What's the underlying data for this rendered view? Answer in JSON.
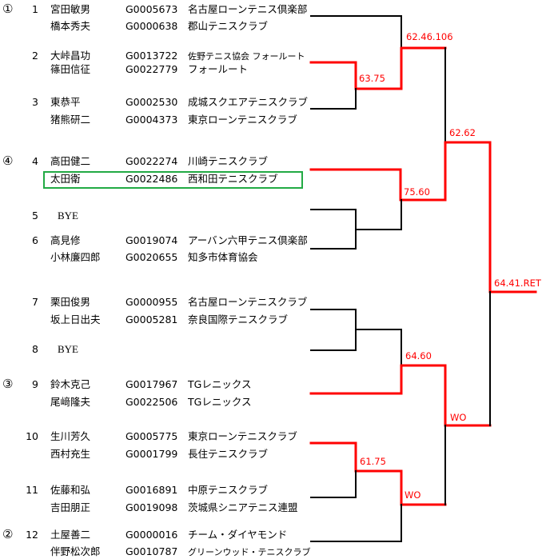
{
  "seeds": {
    "s1": "①",
    "s4": "④",
    "s3": "③",
    "s2": "②"
  },
  "draw": [
    {
      "no": "1",
      "players": [
        {
          "name": "宮田敏男",
          "id": "G0005673",
          "club": "名古屋ローンテニス倶楽部"
        },
        {
          "name": "橋本秀夫",
          "id": "G0000638",
          "club": "郡山テニスクラブ"
        }
      ]
    },
    {
      "no": "2",
      "players": [
        {
          "name": "大峠昌功",
          "id": "G0013722",
          "club": "佐野テニス協会  フォールート"
        },
        {
          "name": "篠田信征",
          "id": "G0022779",
          "club": "フォールート"
        }
      ]
    },
    {
      "no": "3",
      "players": [
        {
          "name": "東恭平",
          "id": "G0002530",
          "club": "成城スクエアテニスクラブ"
        },
        {
          "name": "猪熊研二",
          "id": "G0004373",
          "club": "東京ローンテニスクラブ"
        }
      ]
    },
    {
      "no": "4",
      "players": [
        {
          "name": "高田健二",
          "id": "G0022274",
          "club": "川崎テニスクラブ"
        },
        {
          "name": "太田衛",
          "id": "G0022486",
          "club": "西和田テニスクラブ"
        }
      ]
    },
    {
      "no": "5",
      "bye": "BYE"
    },
    {
      "no": "6",
      "players": [
        {
          "name": "高見修",
          "id": "G0019074",
          "club": "アーバン六甲テニス倶楽部"
        },
        {
          "name": "小林廉四郎",
          "id": "G0020655",
          "club": "知多市体育協会"
        }
      ]
    },
    {
      "no": "7",
      "players": [
        {
          "name": "栗田俊男",
          "id": "G0000955",
          "club": "名古屋ローンテニスクラブ"
        },
        {
          "name": "坂上日出夫",
          "id": "G0005281",
          "club": "奈良国際テニスクラブ"
        }
      ]
    },
    {
      "no": "8",
      "bye": "BYE"
    },
    {
      "no": "9",
      "players": [
        {
          "name": "鈴木克己",
          "id": "G0017967",
          "club": "TGレニックス"
        },
        {
          "name": "尾﨑隆夫",
          "id": "G0022506",
          "club": "TGレニックス"
        }
      ]
    },
    {
      "no": "10",
      "players": [
        {
          "name": "生川芳久",
          "id": "G0005775",
          "club": "東京ローンテニスクラブ"
        },
        {
          "name": "西村充生",
          "id": "G0001799",
          "club": "長住テニスクラブ"
        }
      ]
    },
    {
      "no": "11",
      "players": [
        {
          "name": "佐藤和弘",
          "id": "G0016891",
          "club": "中原テニスクラブ"
        },
        {
          "name": "吉田朋正",
          "id": "G0019098",
          "club": "茨城県シニアテニス連盟"
        }
      ]
    },
    {
      "no": "12",
      "players": [
        {
          "name": "土屋善二",
          "id": "G0000016",
          "club": "チーム・ダイヤモンド"
        },
        {
          "name": "伴野松次郎",
          "id": "G0010787",
          "club": "グリーンウッド・テニスクラブ"
        }
      ]
    }
  ],
  "scores": {
    "r1_2v3": "63.75",
    "r2_1v23": "62.46.106",
    "r2_4v56": "75.60",
    "sf_top": "62.62",
    "r2_78v9": "64.60",
    "r1_10v11": "61.75",
    "r2_1011v12": "WO",
    "sf_bottom": "WO",
    "final": "64.41.RET"
  },
  "colors": {
    "winner_line": "#ff0000",
    "line": "#000000",
    "highlight": "#22aa44"
  }
}
